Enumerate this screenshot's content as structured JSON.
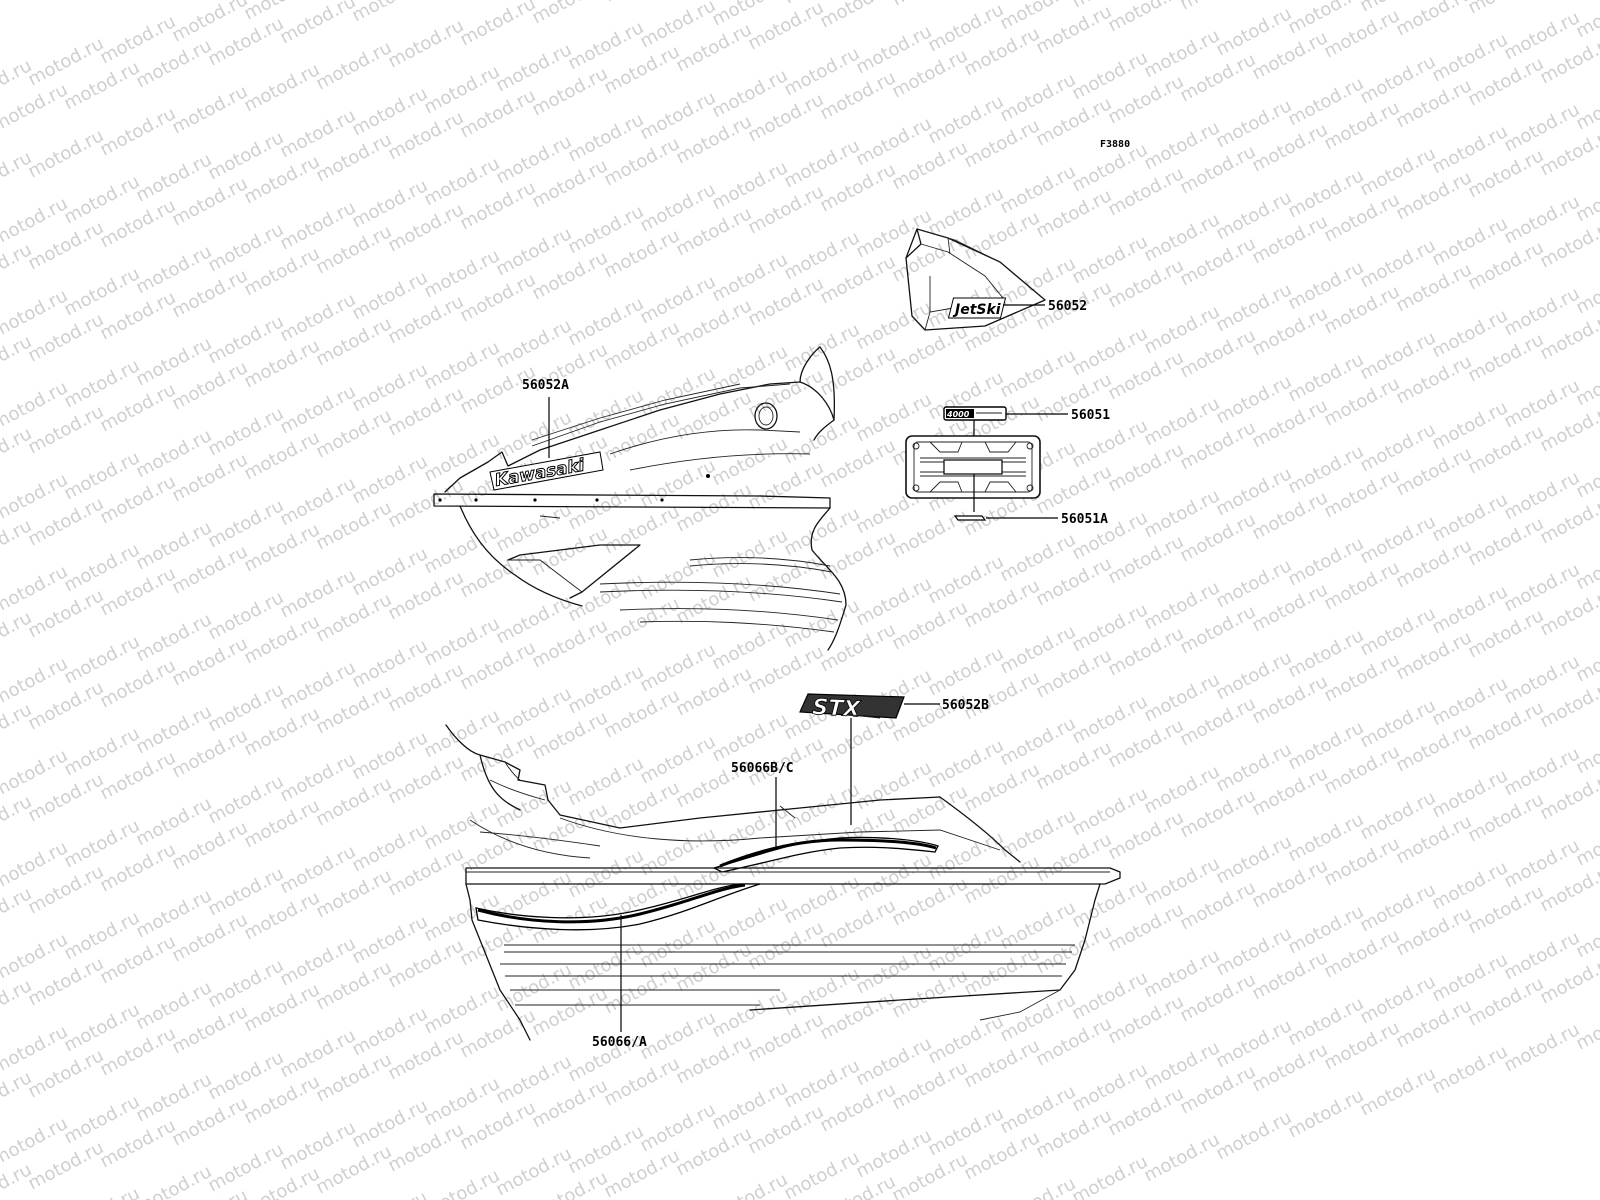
{
  "watermark": {
    "text": "motod.ru",
    "color": "#cfcfcf"
  },
  "figure_code": "F3880",
  "callouts": {
    "c56052": "56052",
    "c56052A": "56052A",
    "c56051": "56051",
    "c56051A": "56051A",
    "c56052B": "56052B",
    "c56066BC": "56066B/C",
    "c56066A": "56066/A"
  },
  "decals": {
    "brand": "Kawasaki",
    "jetski": "JetSki",
    "model": "STX",
    "engine": "4000"
  }
}
